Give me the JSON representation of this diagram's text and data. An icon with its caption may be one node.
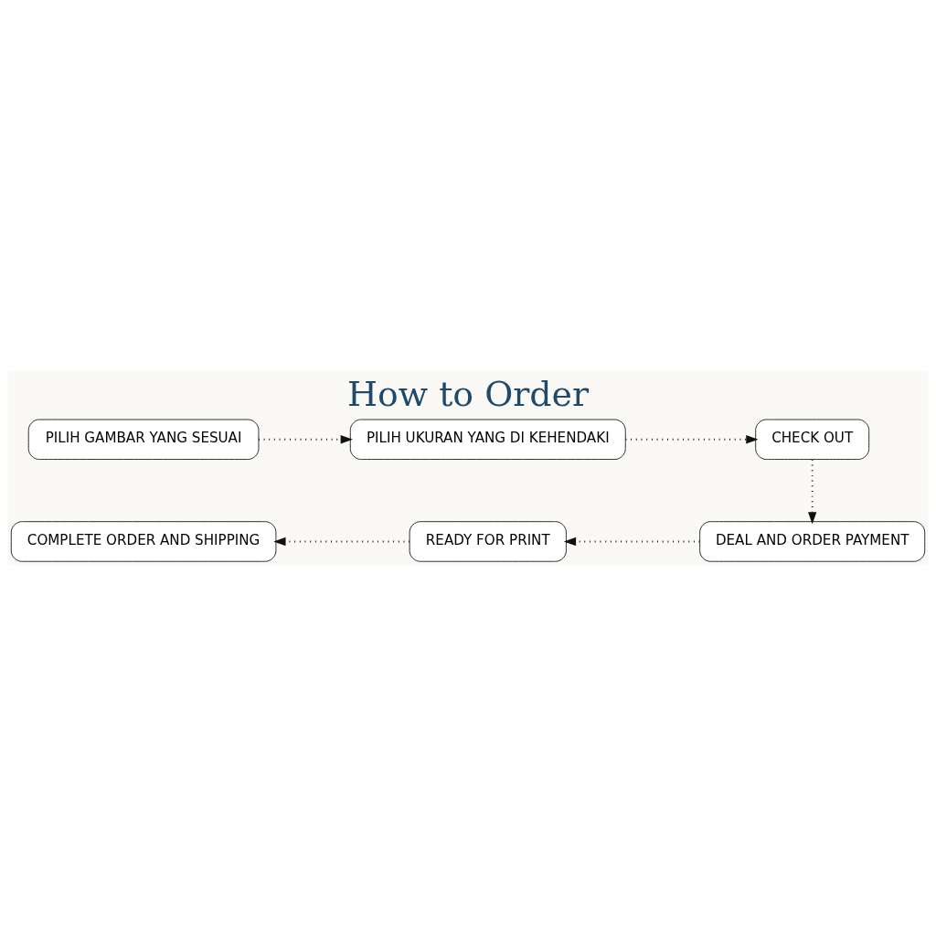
{
  "diagram": {
    "title": "How to Order",
    "nodes": [
      {
        "text": [
          "PILIH GAMBAR YANG SESUAI"
        ]
      },
      {
        "text": [
          "PILIH UKURAN YANG DI KEHENDAKI"
        ]
      },
      {
        "text": [
          "CHECK OUT"
        ]
      },
      {
        "text": [
          "DEAL AND ORDER PAYMENT"
        ]
      },
      {
        "text": [
          "READY FOR PRINT"
        ]
      },
      {
        "text": [
          "COMPLETE ORDER AND SHIPPING"
        ]
      }
    ],
    "edges": [
      {
        "from": 0,
        "to": 1,
        "arrow": "to",
        "style": "dashed"
      },
      {
        "from": 1,
        "to": 2,
        "arrow": "to",
        "style": "dashed"
      },
      {
        "from": 2,
        "to": 3,
        "arrow": "to",
        "style": "dashed"
      },
      {
        "from": 3,
        "to": 4,
        "arrow": "to",
        "style": "dashed"
      },
      {
        "from": 4,
        "to": 5,
        "arrow": "to",
        "style": "dashed"
      }
    ]
  }
}
